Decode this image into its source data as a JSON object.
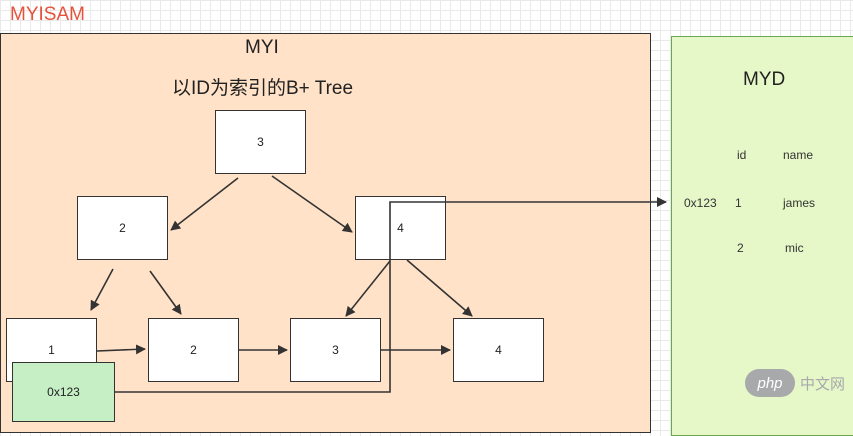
{
  "title": "MYISAM",
  "myi": {
    "label": "MYI",
    "subtitle": "以ID为索引的B+ Tree",
    "nodes": {
      "root": "3",
      "left": "2",
      "right": "4",
      "leaf1": "1",
      "leaf2": "2",
      "leaf3": "3",
      "leaf4": "4"
    },
    "pointer": "0x123"
  },
  "myd": {
    "label": "MYD",
    "header": {
      "id": "id",
      "name": "name"
    },
    "rows": [
      {
        "addr": "0x123",
        "id": "1",
        "name": "james"
      },
      {
        "addr": "",
        "id": "2",
        "name": "mic"
      }
    ]
  },
  "watermark": {
    "logo": "php",
    "text": "中文网"
  },
  "colors": {
    "title": "#e5533b",
    "myi_panel": "#ffe2c7",
    "myd_panel": "#e6f7c8",
    "pointer_box": "#c6efc6"
  }
}
